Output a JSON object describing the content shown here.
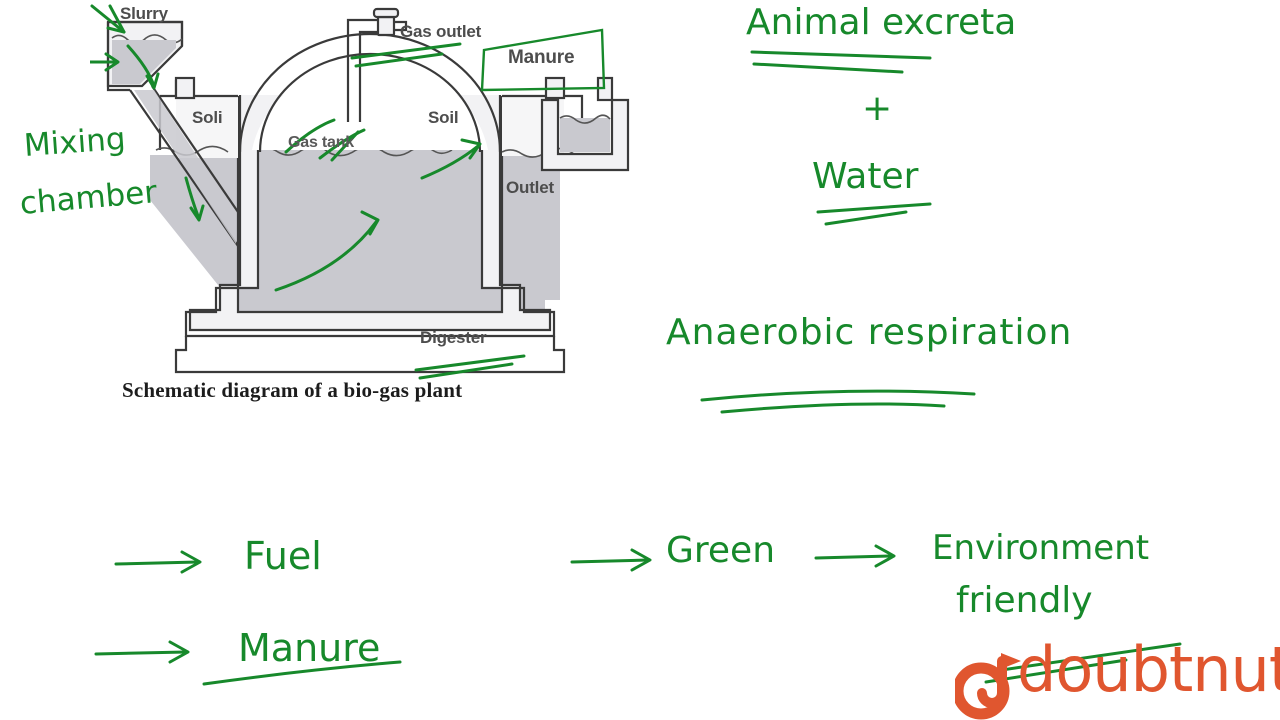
{
  "page": {
    "background": "#ffffff",
    "ink_green": "#17892b",
    "brand_orange": "#e0562f",
    "diagram_line": "#3a3a3a",
    "diagram_fill": "#c9c9cf"
  },
  "figure": {
    "caption": "Schematic diagram of a bio-gas plant",
    "labels": {
      "slurry": "Slurry",
      "gas_outlet": "Gas outlet",
      "manure": "Manure",
      "soil_left": "Soli",
      "soil_right": "Soil",
      "gas_tank": "Gas tank",
      "outlet": "Outlet",
      "digester": "Digester"
    }
  },
  "annotations": {
    "mixing_chamber_line1": "Mixing",
    "mixing_chamber_line2": "chamber",
    "animal_excreta": "Animal excreta",
    "plus": "+",
    "water": "Water",
    "anaerobic_respiration": "Anaerobic respiration",
    "arrow_glyph": "⟶",
    "fuel": "Fuel",
    "manure_out": "Manure",
    "green": "Green",
    "environment": "Environment",
    "friendly": "friendly"
  },
  "brand": {
    "wordmark": "doubtnut",
    "mark": "doubtnut-logo-mark"
  }
}
